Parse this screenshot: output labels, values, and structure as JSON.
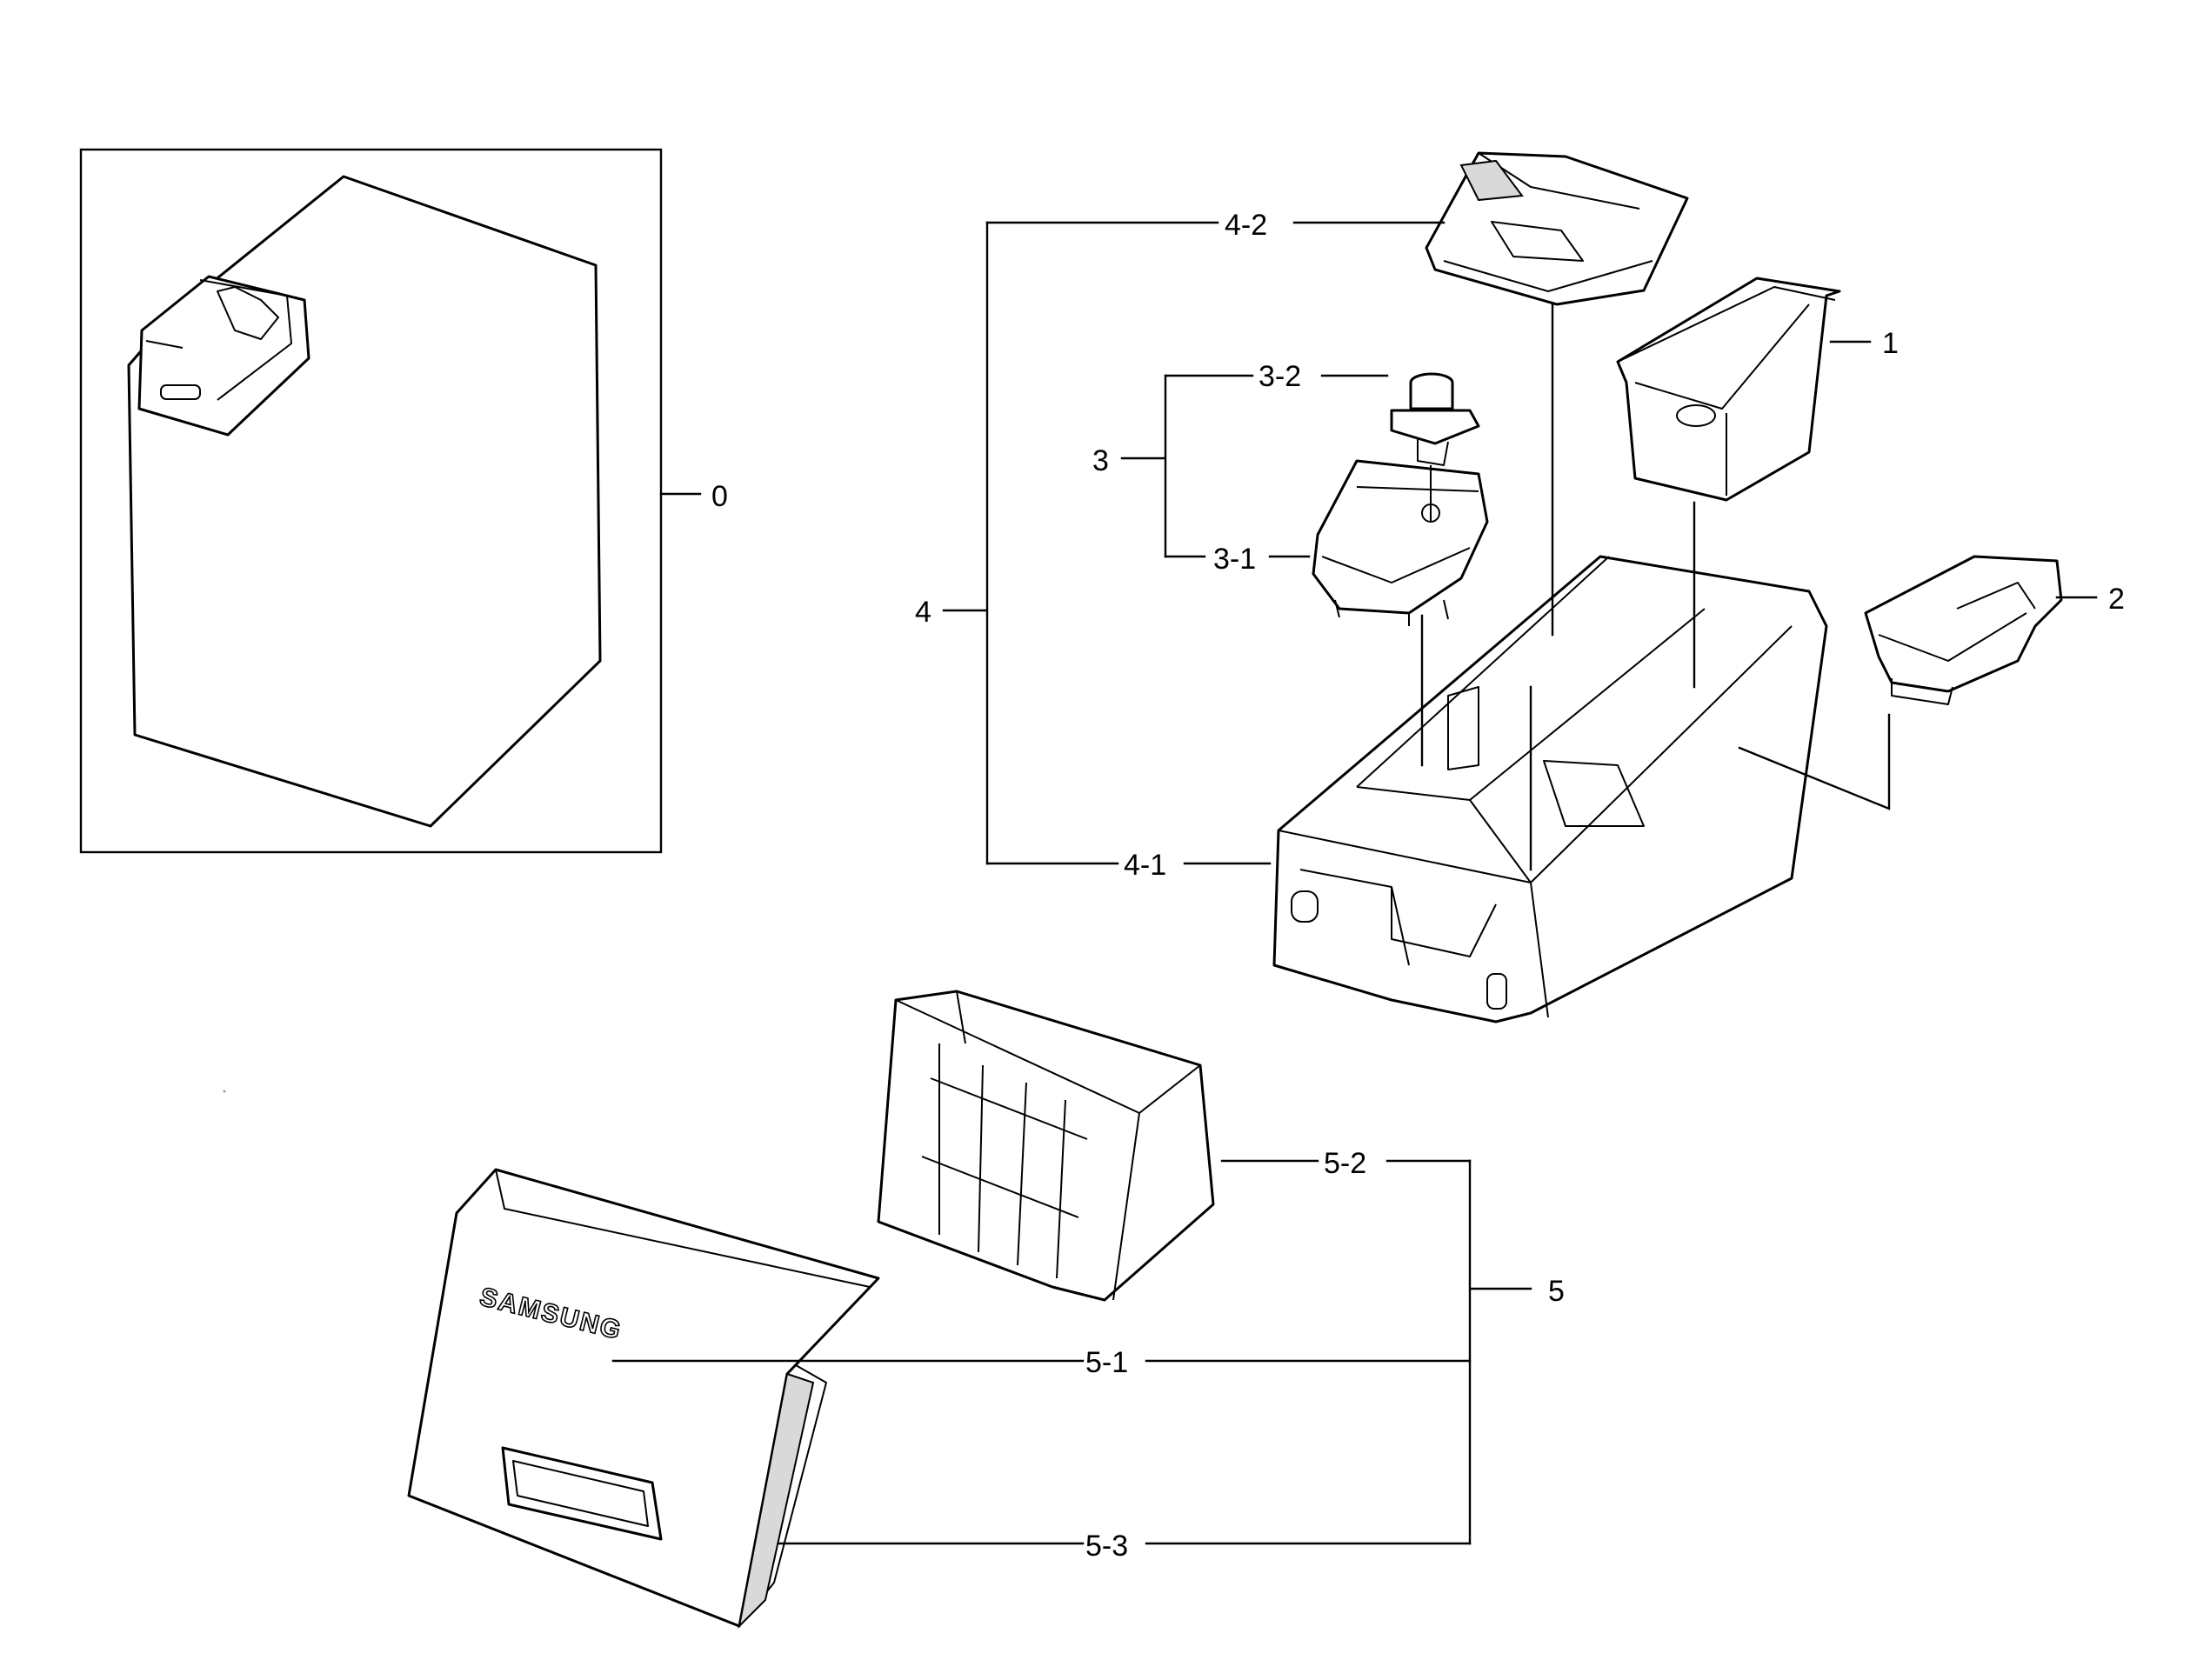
{
  "callouts": {
    "c0": "0",
    "c1": "1",
    "c2": "2",
    "c3": "3",
    "c3_1": "3-1",
    "c3_2": "3-2",
    "c4": "4",
    "c4_1": "4-1",
    "c4_2": "4-2",
    "c5": "5",
    "c5_1": "5-1",
    "c5_2": "5-2",
    "c5_3": "5-3"
  },
  "brand_logo": "SAMSUNG"
}
